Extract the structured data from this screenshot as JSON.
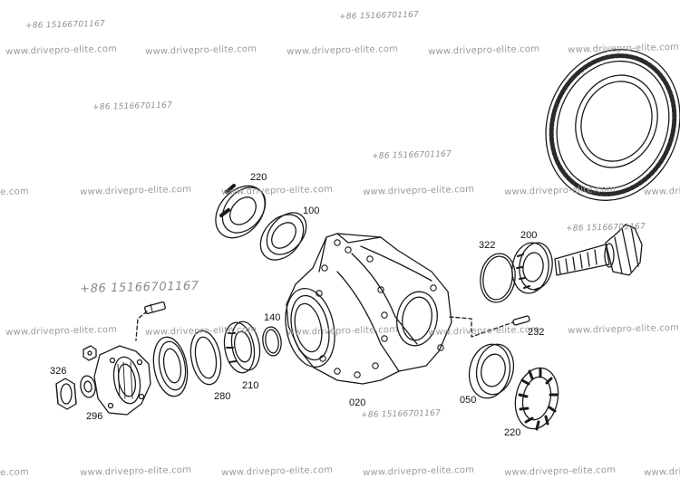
{
  "watermarks": {
    "website": "www.drivepro-elite.com",
    "website_cut_left": "e.com",
    "website_cut_right": "www.driv",
    "phone": "+86 15166701167"
  },
  "part_labels": {
    "p220_top": "220",
    "p100": "100",
    "p322": "322",
    "p200": "200",
    "p140": "140",
    "p232": "232",
    "p326": "326",
    "p296": "296",
    "p280": "280",
    "p210": "210",
    "p020": "020",
    "p050": "050",
    "p220_bottom": "220"
  },
  "colors": {
    "line": "#1a1a1a",
    "watermark": "#9a9a9a"
  }
}
